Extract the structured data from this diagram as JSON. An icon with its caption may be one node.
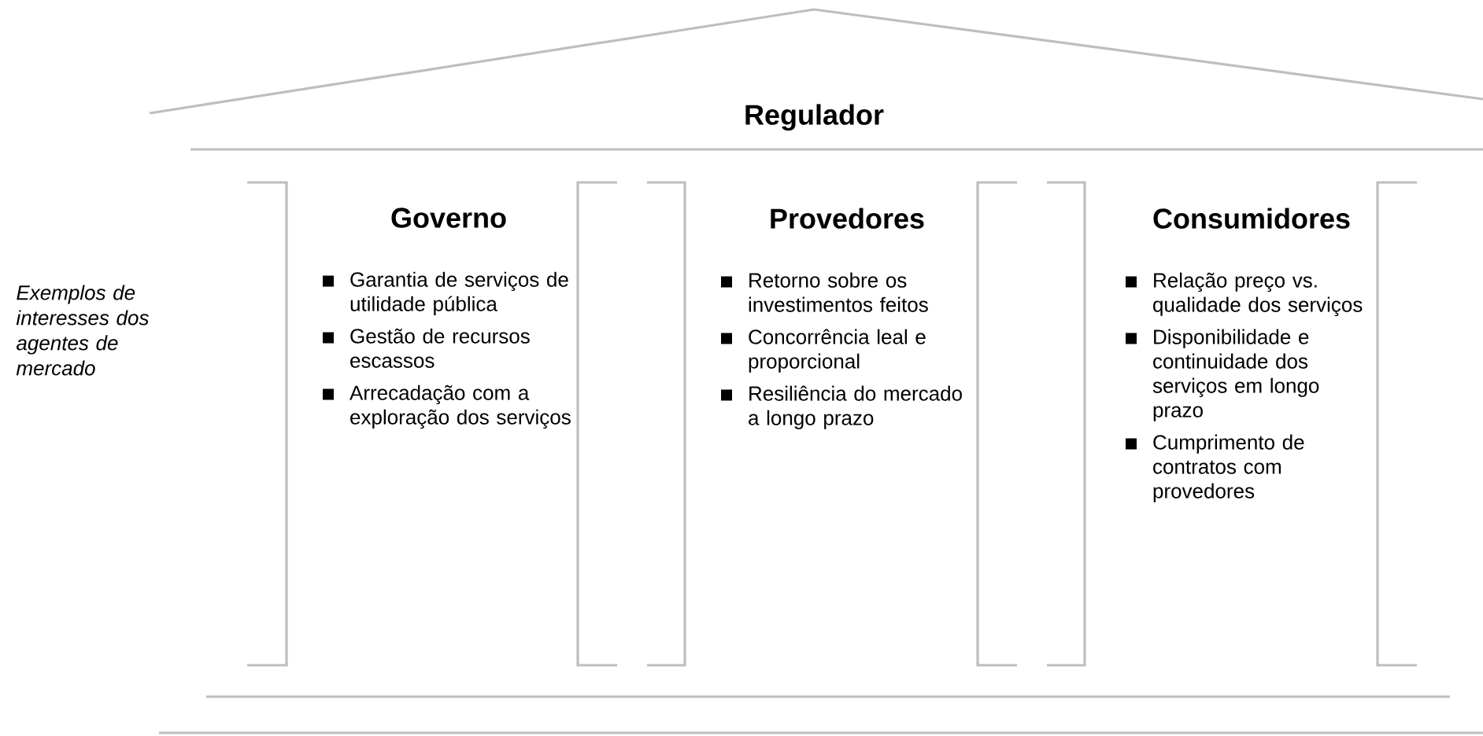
{
  "diagram": {
    "nodes": [
      {
        "text": [
          "Regulador"
        ]
      },
      {
        "text": [
          "Governo",
          "Garantia de serviços de utilidade pública",
          "Gestão de recursos escassos",
          "Arrecadação com a exploração dos serviços"
        ]
      },
      {
        "text": [
          "Provedores",
          "Retorno sobre os investimentos feitos",
          "Concorrência leal e proporcional",
          "Resiliência do mercado a longo prazo"
        ]
      },
      {
        "text": [
          "Consumidores",
          "Relação preço vs. qualidade dos serviços",
          "Disponibilidade e continuidade dos serviços em longo prazo",
          "Cumprimento de contratos com provedores"
        ]
      }
    ],
    "labels": [
      "Exemplos de interesses dos agentes de mercado"
    ]
  }
}
